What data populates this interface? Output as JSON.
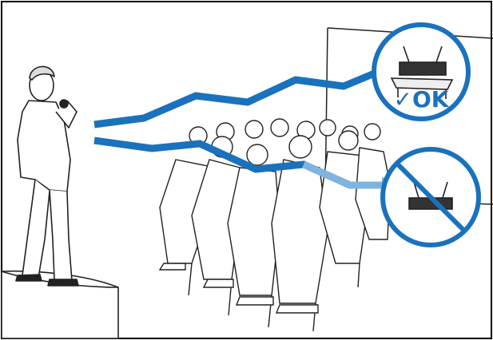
{
  "diagram": {
    "ok_label": "✓OK",
    "nodes": [
      {
        "id": "speaker",
        "label": ""
      },
      {
        "id": "audience",
        "label": ""
      },
      {
        "id": "receiver-line-of-sight",
        "label": ""
      },
      {
        "id": "receiver-blocked",
        "label": ""
      }
    ],
    "edges": [
      {
        "from": "speaker",
        "to": "receiver-line-of-sight",
        "status": "ok"
      },
      {
        "from": "speaker",
        "to": "receiver-blocked",
        "status": "blocked"
      }
    ],
    "colors": {
      "accent": "#1a72bd",
      "faded_accent": "#7fb3e0",
      "outline": "#222222",
      "frame": "#000000"
    }
  }
}
